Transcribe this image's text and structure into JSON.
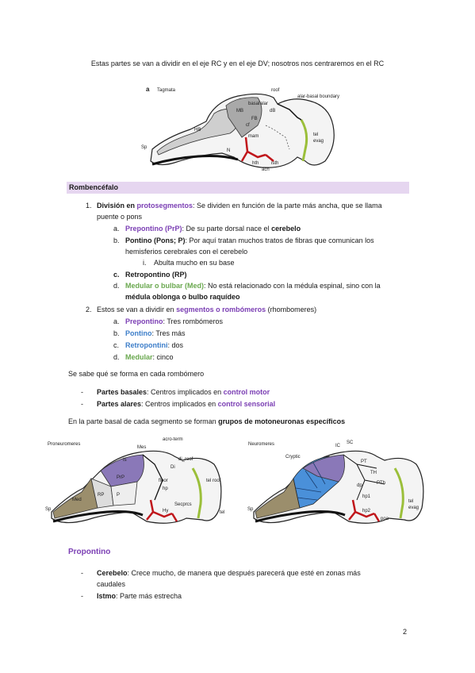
{
  "intro": "Estas partes se van a dividir en el eje RC y en el eje DV; nosotros nos centraremos en el RC",
  "figure1": {
    "panel_letter": "a",
    "title": "Tagmata",
    "labels": [
      "roof",
      "basal",
      "alar",
      "dB",
      "alar-basal boundary",
      "FB",
      "MB",
      "HB",
      "cf",
      "mam",
      "tel",
      "evag",
      "Sp",
      "N",
      "hth",
      "ach",
      "isth"
    ]
  },
  "section1_title": "Rombencéfalo",
  "list1": {
    "item1_num": "1.",
    "item1_lead": "División en ",
    "item1_term": "protosegmentos",
    "item1_rest": ": Se dividen en función de la parte más ancha, que se llama",
    "item1_cont": "puente o pons",
    "a_letter": "a.",
    "a_term": "Prepontino (PrP)",
    "a_text_1": ": De su parte dorsal nace el ",
    "a_text_b": "cerebelo",
    "b_letter": "b.",
    "b_term": "Pontino (Pons; P)",
    "b_text": ": Por aquí tratan muchos tratos de fibras que comunican los",
    "b_cont": "hemisferios cerebrales con el cerebelo",
    "b_i_num": "i.",
    "b_i_text": "Abulta mucho en su base",
    "c_letter": "c.",
    "c_term": "Retropontino (RP)",
    "d_letter": "d.",
    "d_term": "Medular o bulbar (Med)",
    "d_text": ": No está relacionado con la médula espinal, sino con la",
    "d_cont": "médula oblonga o bulbo raquídeo",
    "item2_num": "2.",
    "item2_lead": "Estos se van a dividir en ",
    "item2_term": "segmentos o rombómeros",
    "item2_rest": " (rhombomeres)",
    "e_letter": "a.",
    "e_term": "Prepontino",
    "e_text": ": Tres rombómeros",
    "f_letter": "b.",
    "f_term": "Pontino",
    "f_text": ": Tres más",
    "g_letter": "c.",
    "g_term": "Retropontini",
    "g_text": ": dos",
    "h_letter": "d.",
    "h_term": "Medular",
    "h_text": ": cinco"
  },
  "para_known": "Se sabe qué se forma en cada rombómero",
  "bullets1": {
    "dash": "-",
    "basal_lead": "Partes basales",
    "basal_text": ": Centros implicados en ",
    "basal_term": "control motor",
    "alar_lead": "Partes alares",
    "alar_text": ": Centros implicados en ",
    "alar_term": "control sensorial"
  },
  "para_basal": "En la parte basal de cada segmento se forman ",
  "para_basal_bold": "grupos de motoneuronas específicos",
  "figure2": {
    "left_title": "Proneuromeres",
    "right_title": "Neuromeres",
    "left_labels": [
      "acro-term",
      "Mes",
      "Is",
      "Di",
      "di_roof",
      "tel roof",
      "PrP",
      "RP",
      "P",
      "Med",
      "Sp",
      "hp",
      "floor",
      "Secprcs",
      "tel",
      "Hy"
    ],
    "right_labels": [
      "Cryptic",
      "IC",
      "SC",
      "PT",
      "TH",
      "PTh",
      "hp1",
      "hp2",
      "dp",
      "tel",
      "evag",
      "Sp",
      "poa"
    ]
  },
  "section2_title": "Propontino",
  "bullets2": {
    "dash": "-",
    "cer_lead": "Cerebelo",
    "cer_text": ": Crece mucho, de manera que después parecerá que esté en zonas más",
    "cer_cont": "caudales",
    "ist_lead": "Istmo",
    "ist_text": ": Parte más estrecha"
  },
  "page_number": "2",
  "colors": {
    "purple": "#7b3fb4",
    "green": "#6aa84f",
    "blue": "#3d7ec9",
    "header_bg": "#e6d6f0"
  }
}
